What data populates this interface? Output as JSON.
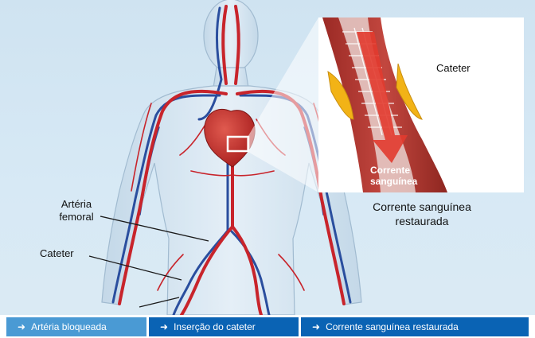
{
  "labels": {
    "arteria_femoral": [
      "Artéria",
      "femoral"
    ],
    "cateter_left": "Cateter",
    "cateter_inset": "Cateter",
    "inset_caption": [
      "Corrente sanguínea",
      "restaurada"
    ],
    "inset_flow_text": [
      "Corrente",
      "sanguínea"
    ]
  },
  "tabs": [
    {
      "label": "Artéria bloqueada",
      "state": "active",
      "icon": "arrow-right-icon"
    },
    {
      "label": "Inserção do cateter",
      "state": "inactive",
      "icon": "arrow-right-icon"
    },
    {
      "label": "Corrente sanguínea restaurada",
      "state": "inactive",
      "icon": "arrow-right-icon"
    }
  ],
  "colors": {
    "artery": "#c8242b",
    "vein": "#2a4e9e",
    "tab_active": "#4a9ad4",
    "tab_inactive": "#0a63b4",
    "plaque": "#f2b316"
  }
}
